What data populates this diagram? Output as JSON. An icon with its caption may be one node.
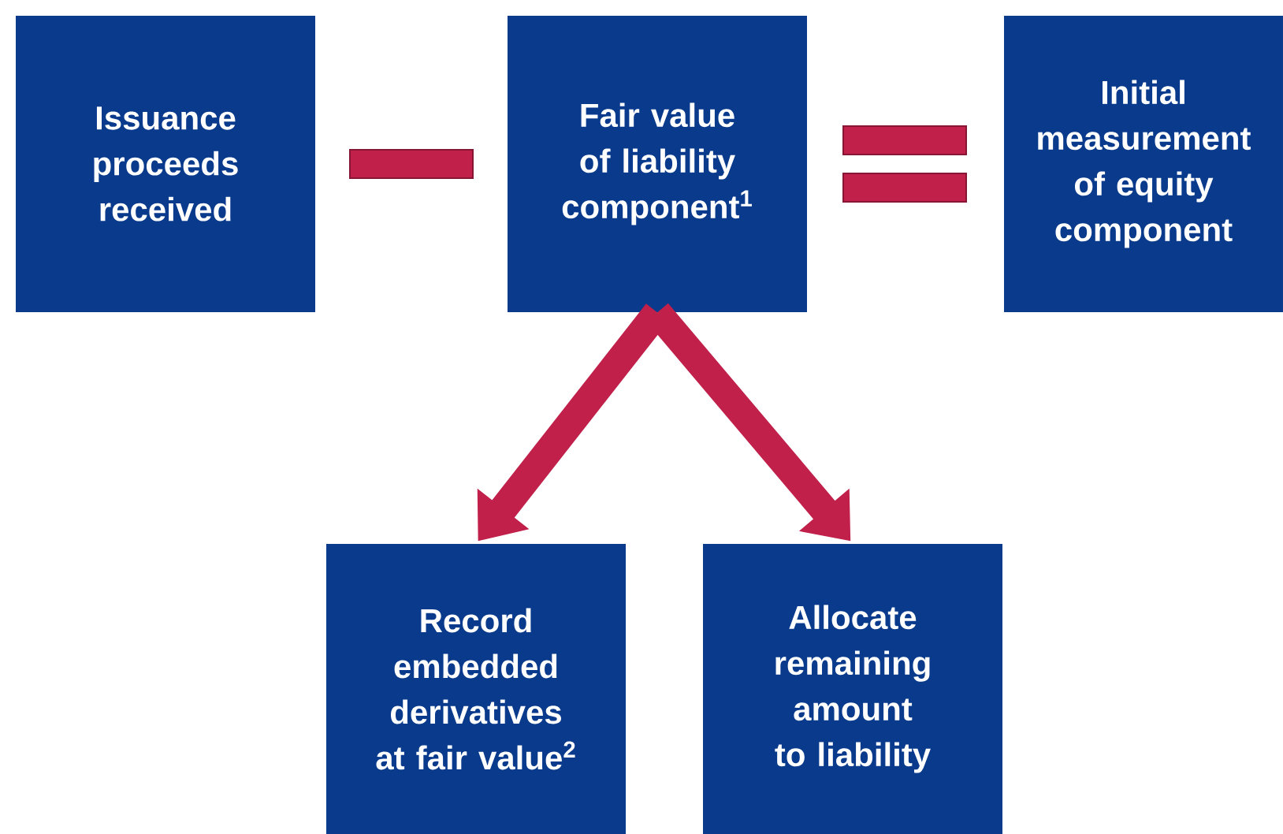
{
  "diagram": {
    "nodes": [
      {
        "text": [
          "Issuance proceeds received"
        ]
      },
      {
        "text": [
          "Fair value of liability component$^{1}$"
        ]
      },
      {
        "text": [
          "Initial measurement of equity component"
        ]
      },
      {
        "text": [
          "Record embedded derivatives at fair value$^{2}$"
        ]
      },
      {
        "text": [
          "Allocate remaining amount to liability"
        ]
      }
    ],
    "edges": [
      {
        "from": 1,
        "to": 3,
        "arrow": "to"
      },
      {
        "from": 1,
        "to": 4,
        "arrow": "to"
      }
    ]
  }
}
